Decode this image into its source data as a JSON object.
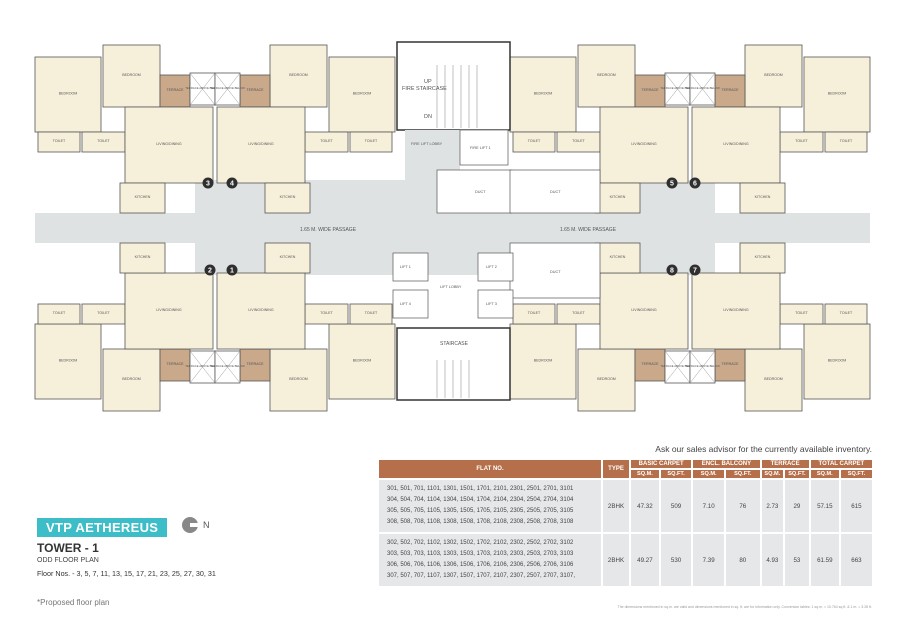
{
  "plan": {
    "rooms": {
      "bedroom": "BEDROOM",
      "toilet": "TOILET",
      "terrace": "TERRACE",
      "terrace_above": "TERRACE ABOVE BELOW",
      "living": "LIVING/DINING",
      "kitchen": "KITCHEN"
    },
    "flat_numbers": [
      "1",
      "2",
      "3",
      "4",
      "5",
      "6",
      "7",
      "8"
    ],
    "core": {
      "up": "UP",
      "fire_staircase": "FIRE STAIRCASE",
      "dn": "DN",
      "fire_lift_lobby": "FIRE LIFT LOBBY",
      "fire_lift": "FIRE LIFT 1",
      "duct": "DUCT",
      "passage": "1.65 M. WIDE PASSAGE",
      "lift_1": "LIFT 1",
      "lift_2": "LIFT 2",
      "lift_3": "LIFT 3",
      "lift_4": "LIFT 4",
      "lift_lobby": "LIFT LOBBY",
      "staircase": "STAIRCASE"
    },
    "colors": {
      "room": "#f6f0da",
      "terrace": "#c9a98a",
      "passage": "#dfe2e3",
      "wall": "#333333",
      "badge": "#2f2f2f"
    }
  },
  "inventory_note": "Ask our sales advisor for the currently available inventory.",
  "table": {
    "headers": {
      "flat_no": "FLAT NO.",
      "type": "TYPE",
      "basic_carpet": "BASIC CARPET",
      "encl_balcony": "ENCL. BALCONY",
      "terrace": "TERRACE",
      "total_carpet": "TOTAL CARPET",
      "sqm": "SQ.M.",
      "sqft": "SQ.FT."
    },
    "rows": [
      {
        "flats": [
          "301, 501, 701, 1101, 1301, 1501, 1701, 2101, 2301, 2501, 2701, 3101",
          "304, 504, 704, 1104, 1304, 1504, 1704, 2104, 2304, 2504, 2704, 3104",
          "305, 505, 705, 1105, 1305, 1505, 1705, 2105, 2305, 2505, 2705, 3105",
          "308, 508, 708, 1108, 1308, 1508, 1708, 2108, 2308, 2508, 2708, 3108"
        ],
        "type": "2BHK",
        "basic_sqm": "47.32",
        "basic_sqft": "509",
        "balcony_sqm": "7.10",
        "balcony_sqft": "76",
        "terrace_sqm": "2.73",
        "terrace_sqft": "29",
        "total_sqm": "57.15",
        "total_sqft": "615"
      },
      {
        "flats": [
          "302, 502, 702, 1102, 1302, 1502, 1702, 2102, 2302, 2502, 2702, 3102",
          "303, 503, 703, 1103, 1303, 1503, 1703, 2103, 2303, 2503, 2703, 3103",
          "306, 506, 706, 1106, 1306, 1506, 1706, 2106, 2306, 2506, 2706, 3106",
          "307, 507, 707, 1107, 1307, 1507, 1707, 2107, 2307, 2507, 2707, 3107,"
        ],
        "type": "2BHK",
        "basic_sqm": "49.27",
        "basic_sqft": "530",
        "balcony_sqm": "7.39",
        "balcony_sqft": "80",
        "terrace_sqm": "4.93",
        "terrace_sqft": "53",
        "total_sqm": "61.59",
        "total_sqft": "663"
      }
    ]
  },
  "footnote": "The dimensions mentioned in sq.m. are valid and dimensions mentioned in sq. ft. are for information only. Conversion tables: 1 sq.m. = 10.764 sq.ft. & 1 m. = 3.28 ft.",
  "project": {
    "name": "VTP AETHEREUS",
    "north": "N",
    "tower": "TOWER - 1",
    "plan_type": "ODD FLOOR PLAN",
    "floors": "Floor Nos. - 3, 5, 7, 11, 13, 15, 17, 21, 23, 25, 27, 30, 31",
    "note": "*Proposed floor plan"
  }
}
